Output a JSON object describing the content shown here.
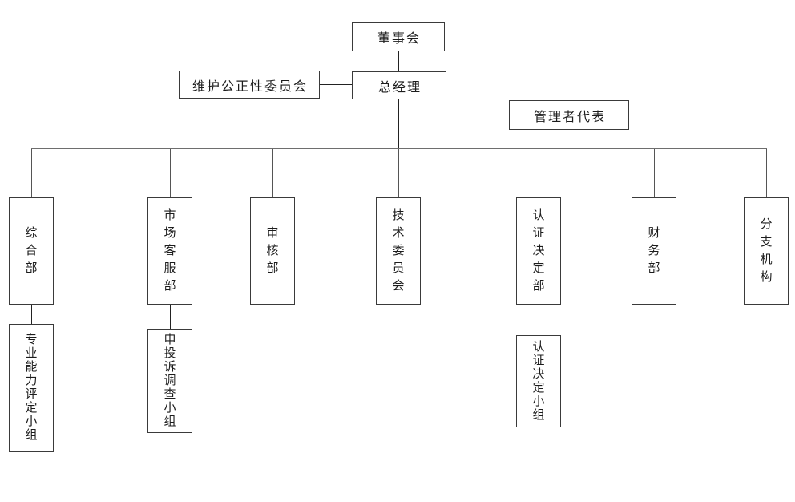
{
  "diagram": {
    "type": "org-chart",
    "colors": {
      "background": "#ffffff",
      "box_border": "#3a3a3a",
      "connector_line": "#222222",
      "rail_line": "#6e6e6e",
      "text": "#1c1c1c"
    },
    "nodes": {
      "board": {
        "label": "董事会"
      },
      "general_manager": {
        "label": "总经理"
      },
      "impartiality_committee": {
        "label": "维护公正性委员会"
      },
      "management_representative": {
        "label": "管理者代表"
      }
    },
    "departments": [
      {
        "label": "综合部"
      },
      {
        "label": "市场客服部"
      },
      {
        "label": "审核部"
      },
      {
        "label": "技术委员会"
      },
      {
        "label": "认证决定部"
      },
      {
        "label": "财务部"
      },
      {
        "label": "分支机构"
      }
    ],
    "subgroups": [
      {
        "label": "专业能力评定小组",
        "parent": "综合部"
      },
      {
        "label": "申投诉调查小组",
        "parent": "市场客服部"
      },
      {
        "label": "认证决定小组",
        "parent": "认证决定部"
      }
    ]
  }
}
